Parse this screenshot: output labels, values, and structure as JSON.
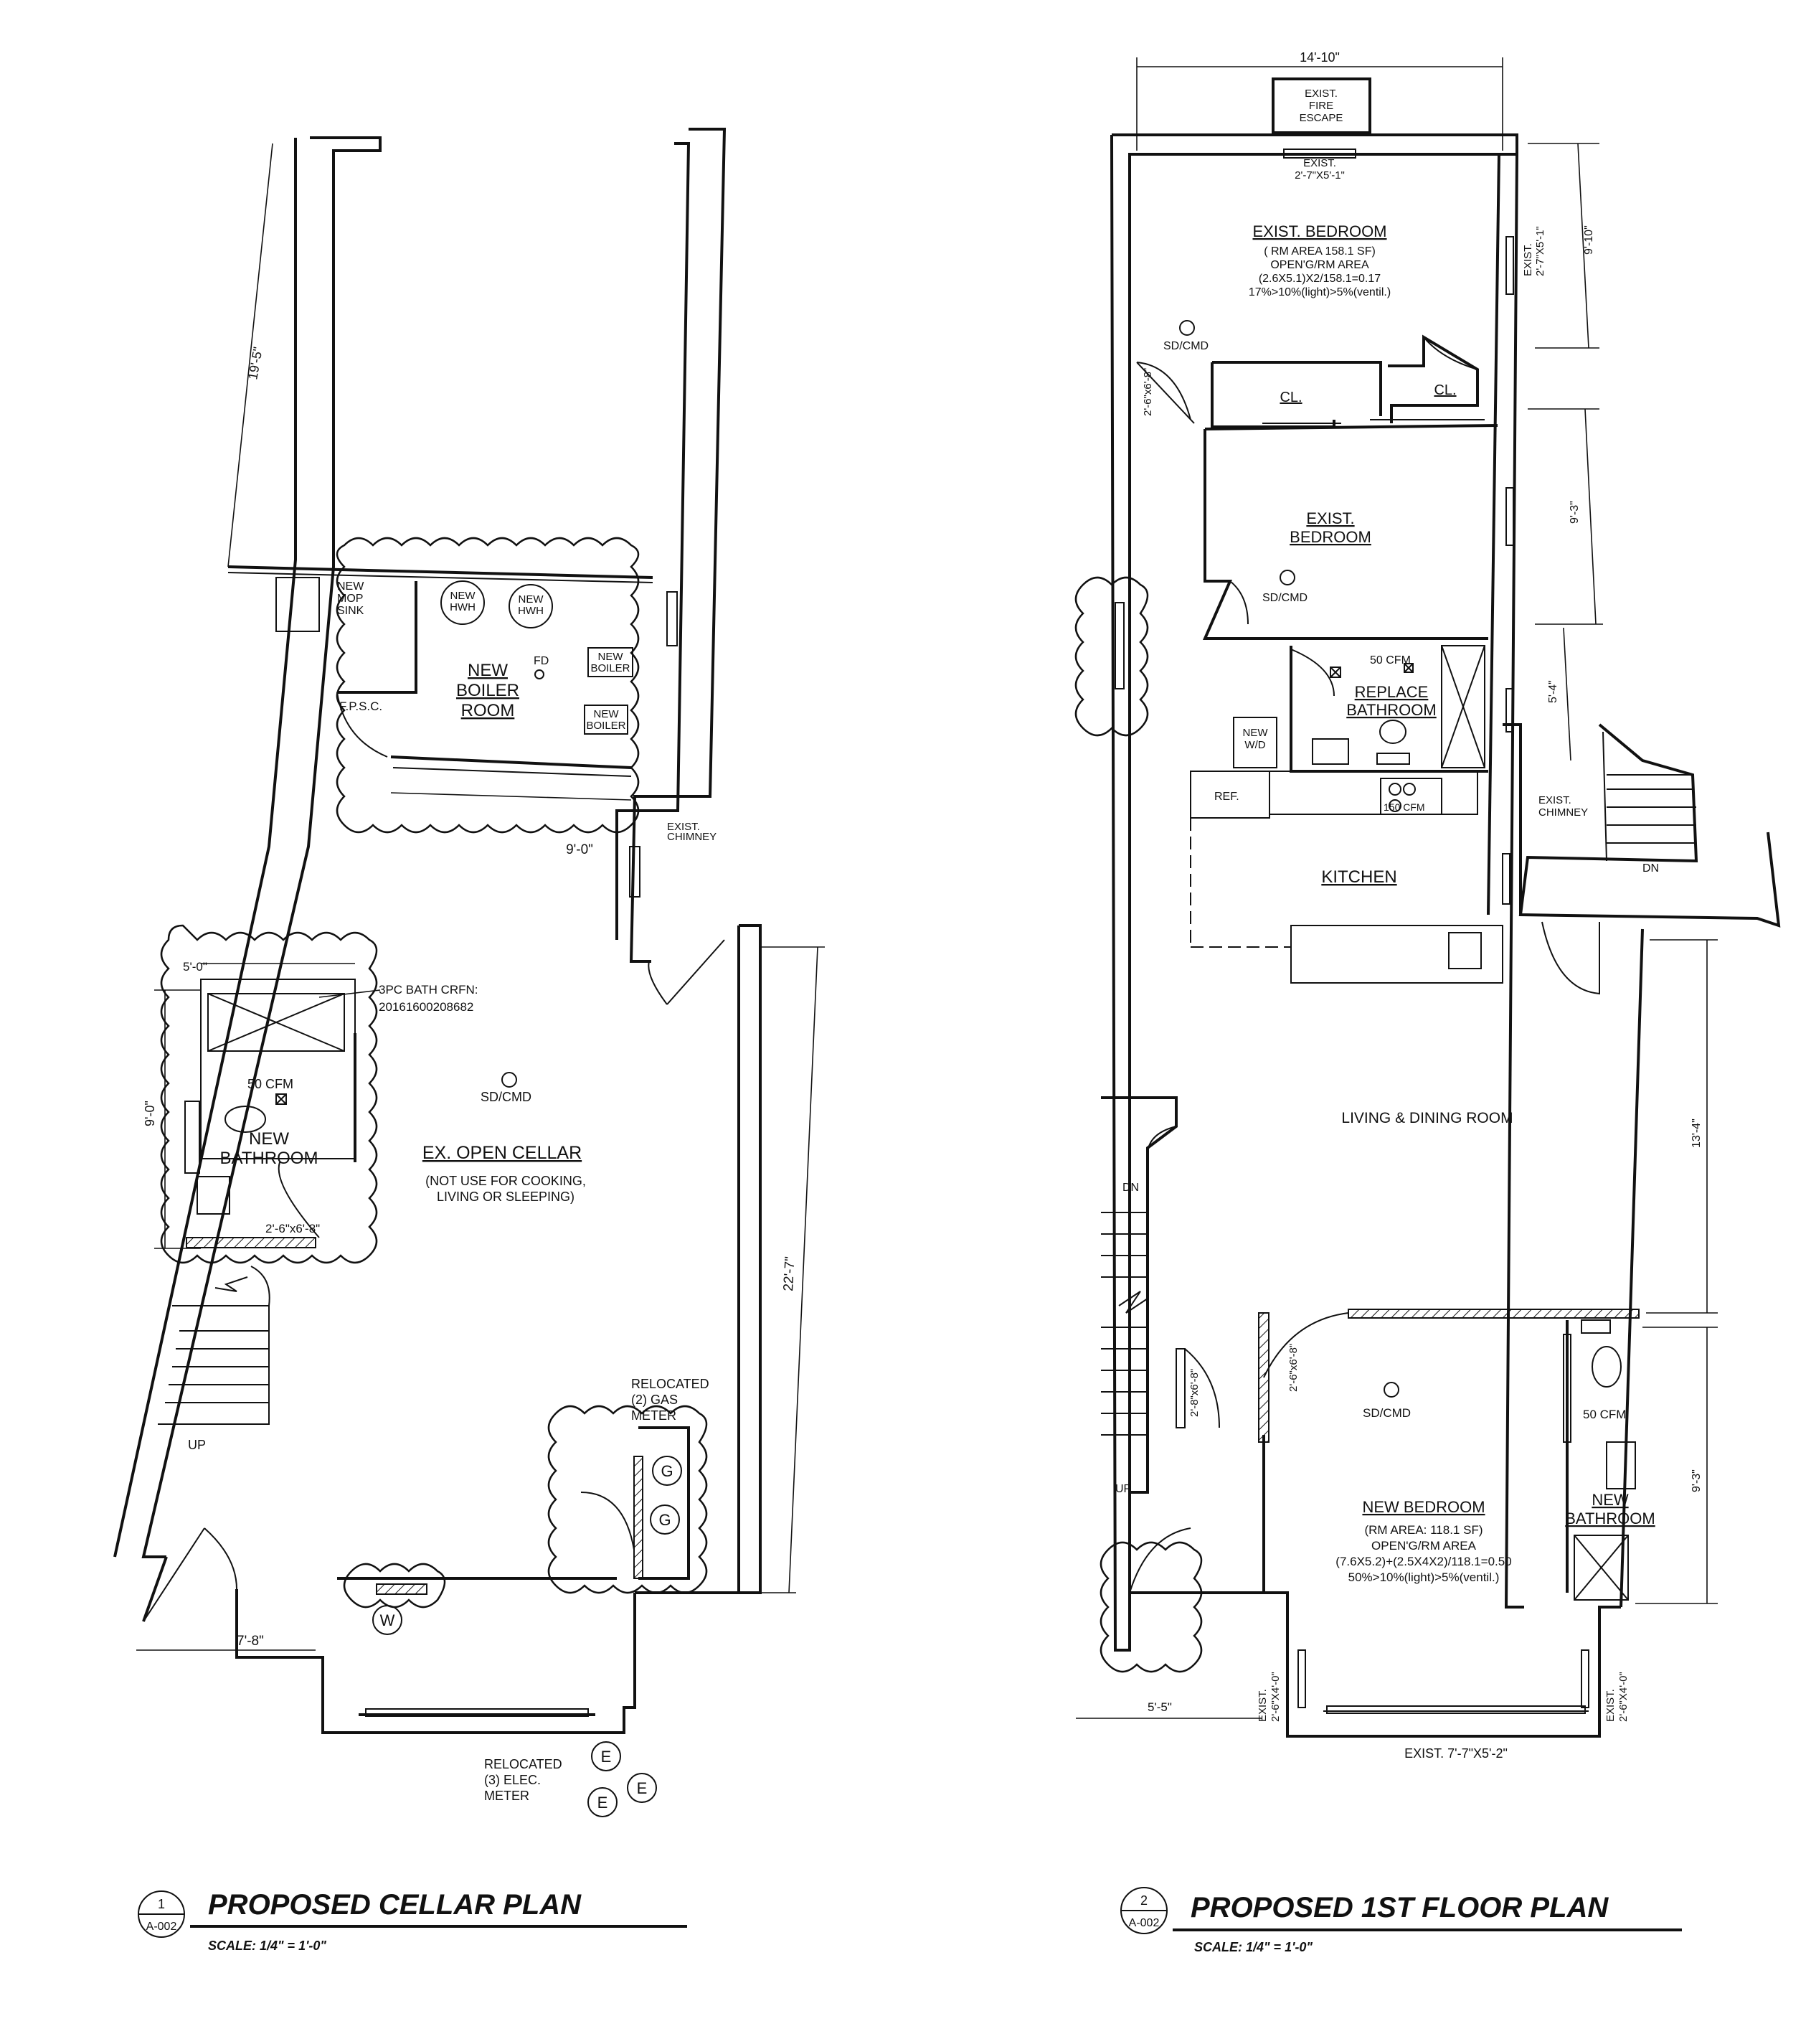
{
  "cellar": {
    "dims": {
      "top_left": "19'-5\"",
      "boiler_width": "9'-0\"",
      "bath_width": "5'-0\"",
      "bath_height": "9'-0\"",
      "right_long": "22'-7\"",
      "front_left": "7'-8\""
    },
    "labels": {
      "mop_sink": "NEW\nMOP\nSINK",
      "hwh1": "NEW\nHWH",
      "hwh2": "NEW\nHWH",
      "fd": "FD",
      "boiler1": "NEW\nBOILER",
      "boiler2": "NEW\nBOILER",
      "boiler_room": "NEW\nBOILER\nROOM",
      "fpsc": "F.P.S.C.",
      "chimney": "EXIST.\nCHIMNEY",
      "bath_crfn": "3PC BATH CRFN:\n20161600208682",
      "cfm": "50 CFM",
      "bathroom": "NEW\nBATHROOM",
      "door": "2'-6\"x6'-8\"",
      "sd_cmd": "SD/CMD",
      "open_cellar": "EX. OPEN CELLAR",
      "open_cellar_note": "(NOT USE FOR COOKING,\nLIVING OR SLEEPING)",
      "up": "UP",
      "gas_meter": "RELOCATED\n(2) GAS\nMETER",
      "g": "G",
      "w": "W",
      "e": "E",
      "elec_meter": "RELOCATED\n(3) ELEC.\nMETER"
    },
    "title": {
      "number": "1",
      "sheet": "A-002",
      "text": "PROPOSED CELLAR PLAN",
      "scale": "SCALE: 1/4\" = 1'-0\""
    }
  },
  "first_floor": {
    "dims": {
      "top_width": "14'-10\"",
      "rear_right": "9'-10\"",
      "mid_right": "9'-3\"",
      "bath_right": "5'-4\"",
      "living_right": "13'-4\"",
      "front_right": "9'-3\"",
      "front_left": "5'-5\""
    },
    "labels": {
      "fire_escape": "EXIST.\nFIRE\nESCAPE",
      "rear_window": "EXIST.\n2'-7\"X5'-1\"",
      "side_window": "EXIST.\n2'-7\"X5'-1\"",
      "bedroom1": "EXIST. BEDROOM",
      "bedroom1_notes": "( RM AREA 158.1 SF)\nOPEN'G/RM AREA\n(2.6X5.1)X2/158.1=0.17\n17%>10%(light)>5%(ventil.)",
      "sd_cmd1": "SD/CMD",
      "door1": "2'-6\"x6'-8\"",
      "cl1": "CL.",
      "cl2": "CL.",
      "bedroom2": "EXIST.\nBEDROOM",
      "sd_cmd2": "SD/CMD",
      "cfm1": "50 CFM",
      "replace_bath": "REPLACE\nBATHROOM",
      "wd": "NEW\nW/D",
      "ref": "REF.",
      "cfm2": "150 CFM",
      "chimney": "EXIST.\nCHIMNEY",
      "dn1": "DN",
      "kitchen": "KITCHEN",
      "living": "LIVING & DINING ROOM",
      "dn2": "DN",
      "door2": "2'-6\"x6'-8\"",
      "door3": "2'-8\"x6'-8\"",
      "up": "UP",
      "sd_cmd3": "SD/CMD",
      "cfm3": "50 CFM",
      "new_bedroom": "NEW BEDROOM",
      "new_bedroom_notes": "(RM AREA: 118.1 SF)\nOPEN'G/RM AREA\n(7.6X5.2)+(2.5X4X2)/118.1=0.50\n50%>10%(light)>5%(ventil.)",
      "new_bath": "NEW\nBATHROOM",
      "win_left": "EXIST.\n2'-6\"X4'-0\"",
      "win_right": "EXIST.\n2'-6\"X4'-0\"",
      "front_window": "EXIST. 7'-7\"X5'-2\""
    },
    "title": {
      "number": "2",
      "sheet": "A-002",
      "text": "PROPOSED 1ST FLOOR PLAN",
      "scale": "SCALE: 1/4\" = 1'-0\""
    }
  }
}
